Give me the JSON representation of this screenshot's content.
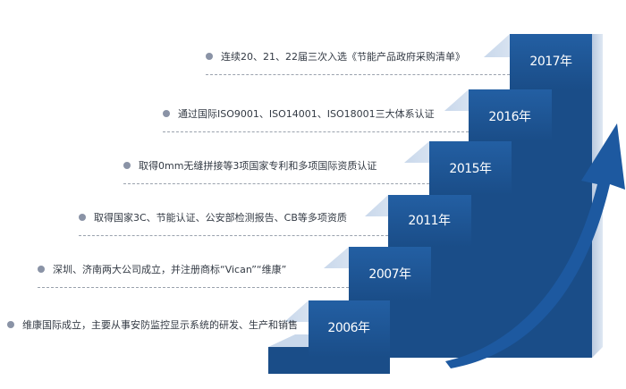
{
  "colors": {
    "riser": "#1f5a9c",
    "riser_dark": "#17497f",
    "tread_light": "#eef3fa",
    "tread_mid": "#c8d8ec",
    "arrow": "#1d59a0",
    "bullet": "#8a93a6",
    "text": "#333a44"
  },
  "milestones": [
    {
      "year": "2017年",
      "text": "连续20、21、22届三次入选《节能产品政府采购清单》"
    },
    {
      "year": "2016年",
      "text": "通过国际ISO9001、ISO14001、ISO18001三大体系认证"
    },
    {
      "year": "2015年",
      "text": "取得0mm无缝拼接等3项国家专利和多项国际资质认证"
    },
    {
      "year": "2011年",
      "text": "取得国家3C、节能认证、公安部检测报告、CB等多项资质"
    },
    {
      "year": "2007年",
      "text": "深圳、济南两大公司成立，并注册商标“Vican”“维康”"
    },
    {
      "year": "2006年",
      "text": "维康国际成立，主要从事安防监控显示系统的研发、生产和销售"
    }
  ],
  "icons": {
    "rising_arrow": "upward-curved-arrow-icon",
    "bullet": "circle-bullet-icon"
  }
}
